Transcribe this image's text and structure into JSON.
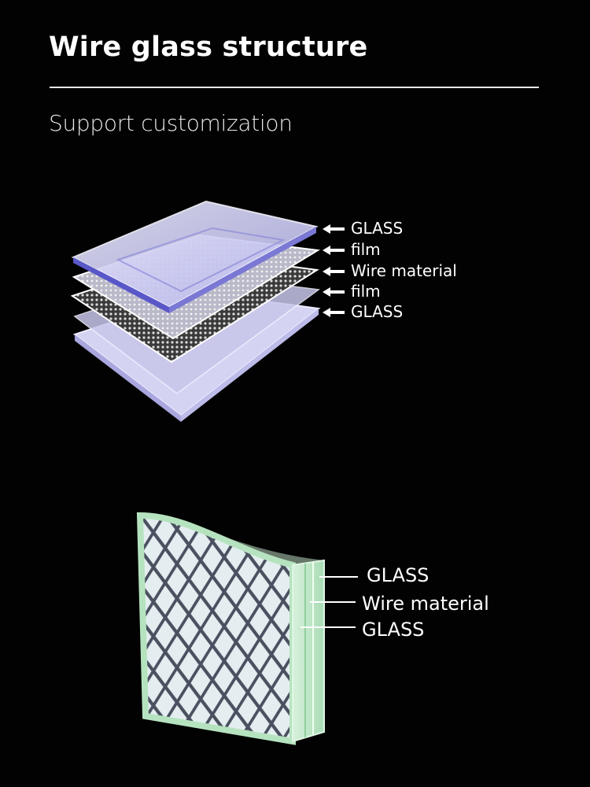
{
  "header": {
    "title": "Wire glass structure",
    "subtitle": "Support customization"
  },
  "layer_diagram": {
    "labels": [
      "GLASS",
      "film",
      "Wire material",
      "film",
      "GLASS"
    ]
  },
  "section_diagram": {
    "labels": [
      "GLASS",
      "Wire material",
      "GLASS"
    ]
  },
  "colors": {
    "background": "#020202",
    "glass_tint": "#c9c8f0",
    "glass_edge": "#8c8ad8",
    "section_glass": "#bfe6c8"
  }
}
